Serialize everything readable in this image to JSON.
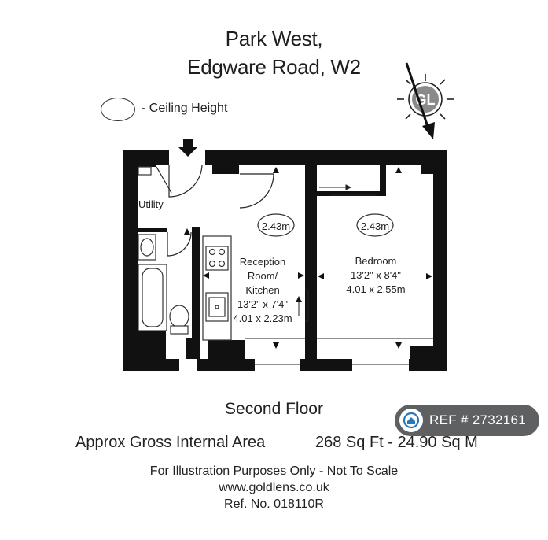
{
  "header": {
    "title_line1": "Park West,",
    "title_line2": "Edgware Road, W2"
  },
  "legend": {
    "ceiling_height_label": "- Ceiling Height"
  },
  "compass": {
    "logo_text": "GL"
  },
  "rooms": {
    "utility": {
      "name": "Utility"
    },
    "reception": {
      "ceiling": "2.43m",
      "name_line1": "Reception",
      "name_line2": "Room/",
      "name_line3": "Kitchen",
      "dims_imperial": "13'2\" x 7'4\"",
      "dims_metric": "4.01 x 2.23m"
    },
    "bedroom": {
      "ceiling": "2.43m",
      "name": "Bedroom",
      "dims_imperial": "13'2\" x 8'4\"",
      "dims_metric": "4.01 x 2.55m"
    }
  },
  "floor": {
    "label": "Second Floor",
    "area_label": "Approx Gross Internal Area",
    "area_value": "268 Sq Ft  - 24.90 Sq M"
  },
  "footer": {
    "disclaimer": "For Illustration Purposes Only - Not To Scale",
    "website": "www.goldlens.co.uk",
    "ref_no": "Ref. No. 018110R"
  },
  "ref_badge": {
    "text": "REF # 2732161"
  },
  "colors": {
    "wall": "#111111",
    "badge": "#5f6062",
    "badge_icon": "#2a78b8"
  }
}
